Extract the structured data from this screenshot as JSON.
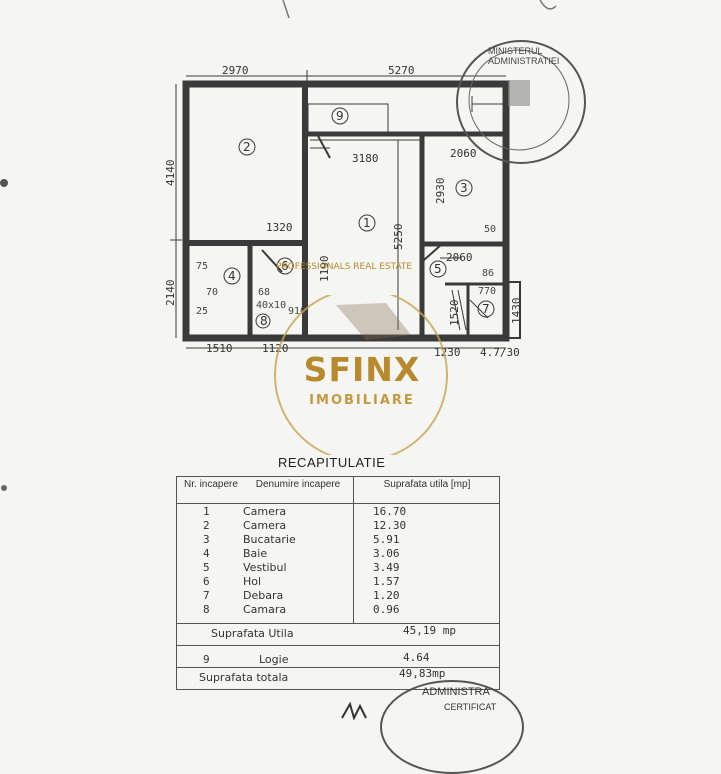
{
  "plan": {
    "dims": {
      "top_left": "2970",
      "top_right": "5270",
      "left_top": "4140",
      "left_bottom": "2140",
      "inner_3180": "3180",
      "inner_2060_top": "2060",
      "inner_2930": "2930",
      "inner_5250": "5250",
      "inner_1320": "1320",
      "inner_2060_mid": "2060",
      "inner_1190": "1190",
      "bottom_1510": "1510",
      "bottom_1120": "1120",
      "bottom_1230": "1230",
      "bottom_470_30": "4.7/30",
      "right_1430": "1430",
      "right_1520": "1520",
      "right_770": "770",
      "small_50": "50",
      "small_86": "86",
      "small_75": "75",
      "small_70": "70",
      "small_25": "25",
      "small_68": "68",
      "small_40_10": "40x10",
      "small_910": "910"
    },
    "rooms": {
      "r1": "1",
      "r2": "2",
      "r3": "3",
      "r4": "4",
      "r5": "5",
      "r6": "6",
      "r7": "7",
      "r8": "8",
      "r9": "9"
    }
  },
  "watermark": {
    "brand": "SFINX",
    "sub": "IMOBILIARE",
    "arc": "PROFESSIONALS REAL ESTATE"
  },
  "stamp_top": {
    "text": "MINISTERUL ADMINISTRATIEI"
  },
  "stamp_bottom": {
    "text": "ADMINISTRA",
    "sub": "CERTIFICAT"
  },
  "recap": {
    "title": "RECAPITULATIE",
    "headers": {
      "nr": "Nr. incapere",
      "denumire": "Denumire incapere",
      "suprafata": "Suprafata utila [mp]"
    },
    "rows": [
      {
        "nr": "1",
        "name": "Camera",
        "area": "16.70"
      },
      {
        "nr": "2",
        "name": "Camera",
        "area": "12.30"
      },
      {
        "nr": "3",
        "name": "Bucatarie",
        "area": "5.91"
      },
      {
        "nr": "4",
        "name": "Baie",
        "area": "3.06"
      },
      {
        "nr": "5",
        "name": "Vestibul",
        "area": "3.49"
      },
      {
        "nr": "6",
        "name": "Hol",
        "area": "1.57"
      },
      {
        "nr": "7",
        "name": "Debara",
        "area": "1.20"
      },
      {
        "nr": "8",
        "name": "Camara",
        "area": "0.96"
      }
    ],
    "utila_label": "Suprafata Utila",
    "utila_value": "45,19 mp",
    "loggia_nr": "9",
    "loggia_name": "Logie",
    "loggia_value": "4.64",
    "total_label": "Suprafata totala",
    "total_value": "49,83mp"
  }
}
